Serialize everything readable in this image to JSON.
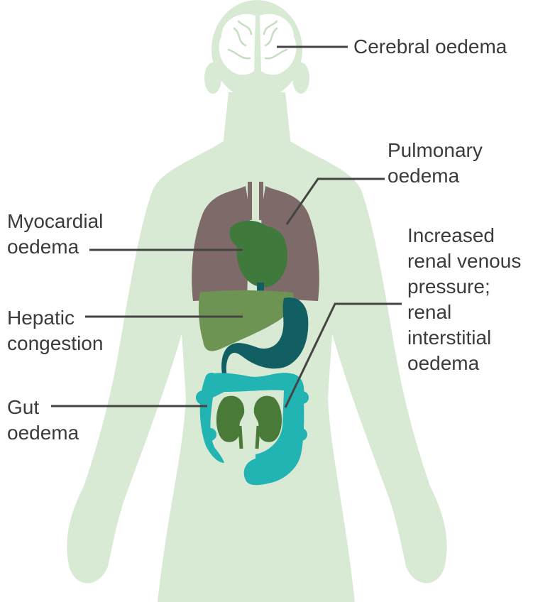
{
  "labels": {
    "cerebral": [
      "Cerebral oedema"
    ],
    "pulmonary": [
      "Pulmonary",
      "oedema"
    ],
    "myocardial": [
      "Myocardial",
      "oedema"
    ],
    "renal": [
      "Increased",
      "renal venous",
      "pressure;",
      "renal",
      "interstitial",
      "oedema"
    ],
    "hepatic": [
      "Hepatic",
      "congestion"
    ],
    "gut": [
      "Gut",
      "oedema"
    ]
  },
  "colors": {
    "body": "#d8ead4",
    "brain": "#ffffff",
    "lungs": "#7d6a69",
    "heart": "#3f7a3c",
    "liver": "#6d9453",
    "stomach": "#115e63",
    "kidneys": "#4a7a38",
    "intestine": "#22b3b3",
    "leader": "#444444",
    "text": "#3b3b3b"
  }
}
